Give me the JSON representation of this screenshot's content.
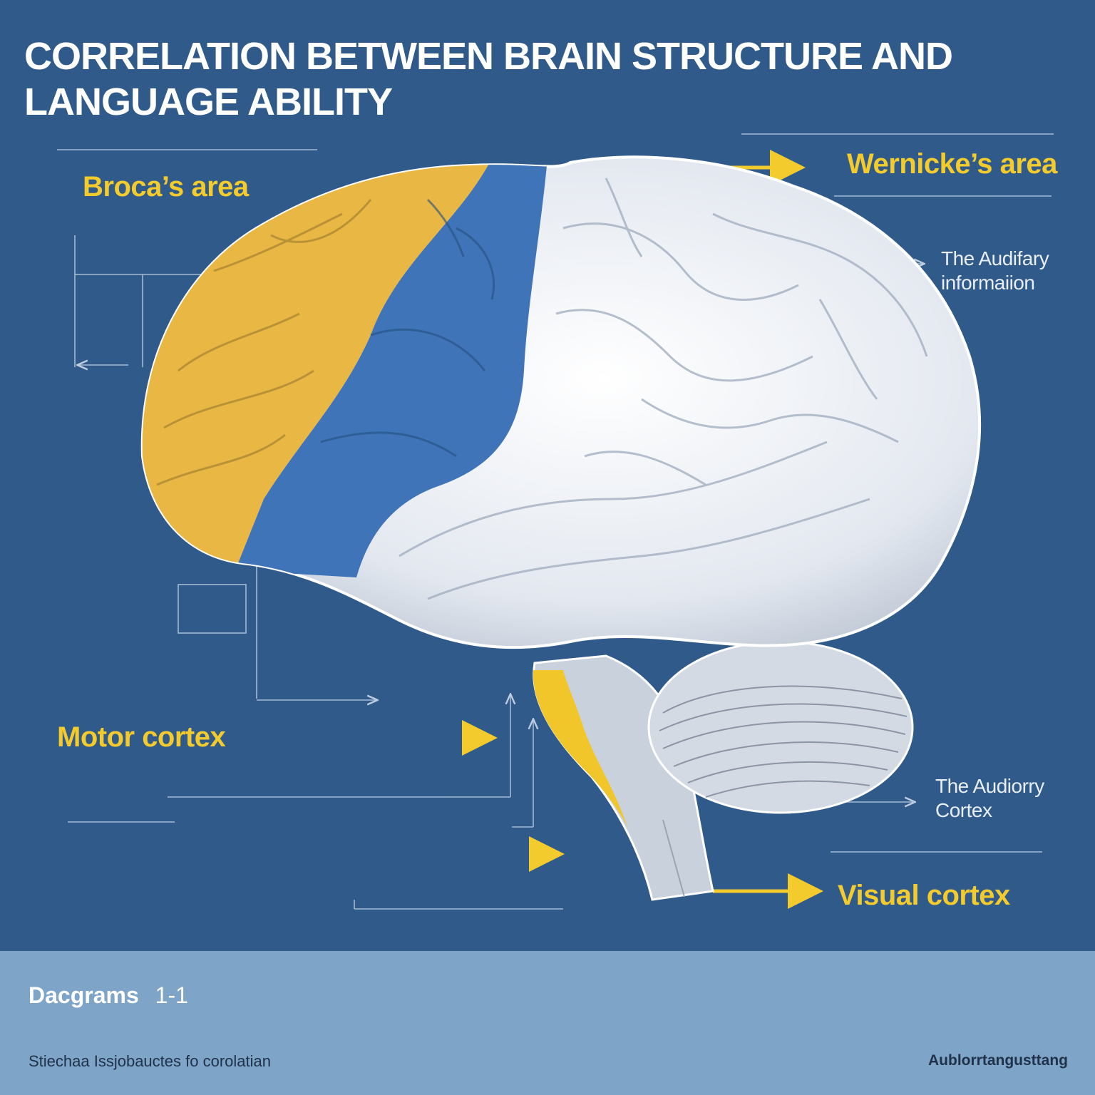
{
  "title": "CORRELATION BETWEEN BRAIN  STRUCTURE AND LANGUAGE ABILITY",
  "labels": {
    "broca": "Broca’s area",
    "wernicke": "Wernicke’s area",
    "auditory_information": "The Audifary informaiion",
    "motor_cortex": "Motor cortex",
    "auditory_cortex": "The Audiorry Cortex",
    "visual_cortex": "Visual cortex"
  },
  "footer": {
    "heading": "Dacgrams",
    "heading_mark": "1-1",
    "note": "Stiechaa Issjobauctes fo corolatian",
    "tag": "Aublorrtangusttang"
  },
  "colors": {
    "background": "#2f5a8a",
    "accent_yellow": "#f4cb2c",
    "region_yellow": "#e9b744",
    "region_blue": "#3f74b8",
    "brain_white": "#e8ecf2",
    "footer_band": "#7ea4c8"
  }
}
